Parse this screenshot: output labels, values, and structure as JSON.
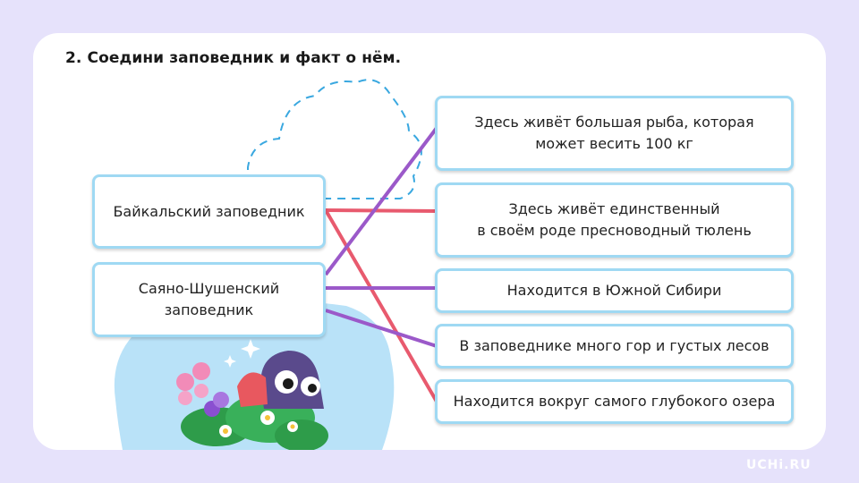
{
  "task": {
    "title": "2. Соедини заповедник и факт о нём."
  },
  "left_items": [
    {
      "label": "Байкальский заповедник"
    },
    {
      "label": "Саяно-Шушенский\nзаповедник"
    }
  ],
  "right_items": [
    {
      "label": "Здесь живёт большая рыба, которая\nможет весить 100 кг"
    },
    {
      "label": "Здесь живёт единственный\nв своём роде пресноводный тюлень"
    },
    {
      "label": "Находится в Южной Сибири"
    },
    {
      "label": "В заповеднике много гор и густых лесов"
    },
    {
      "label": "Находится вокруг самого глубокого озера"
    }
  ],
  "connections": [
    {
      "from": 0,
      "to": 1,
      "color": "#e85a6e"
    },
    {
      "from": 0,
      "to": 4,
      "color": "#e85a6e"
    },
    {
      "from": 1,
      "to": 0,
      "color": "#9b59c9"
    },
    {
      "from": 1,
      "to": 2,
      "color": "#9b59c9"
    },
    {
      "from": 1,
      "to": 3,
      "color": "#9b59c9"
    }
  ],
  "colors": {
    "baikal_line": "#e85a6e",
    "sayan_line": "#9b59c9",
    "box_border": "#9fd9f3"
  },
  "brand": {
    "watermark": "UCHi.RU"
  }
}
